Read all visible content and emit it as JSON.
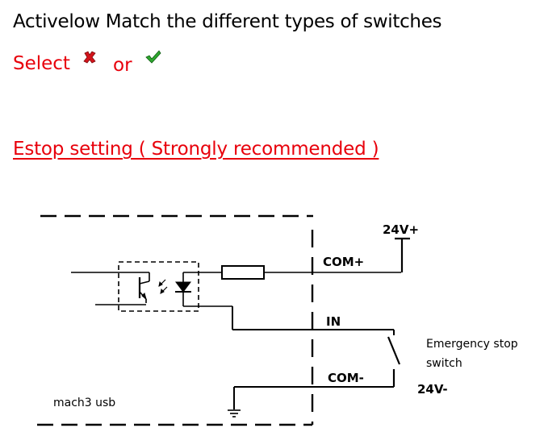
{
  "header": {
    "title": "Activelow Match the different types of switches",
    "select_label": "Select",
    "or_label": "or",
    "reject_icon": "red-x-icon",
    "accept_icon": "green-check-icon"
  },
  "section": {
    "estop_heading": "Estop setting ( Strongly recommended )"
  },
  "diagram": {
    "v_plus": "24V+",
    "com_plus": "COM+",
    "in_label": "IN",
    "com_minus": "COM-",
    "v_minus": "24V-",
    "switch_label_line1": "Emergency stop",
    "switch_label_line2": "switch",
    "board_label": "mach3 usb"
  },
  "colors": {
    "accent_red": "#e8000b",
    "check_green": "#2fa82f"
  }
}
